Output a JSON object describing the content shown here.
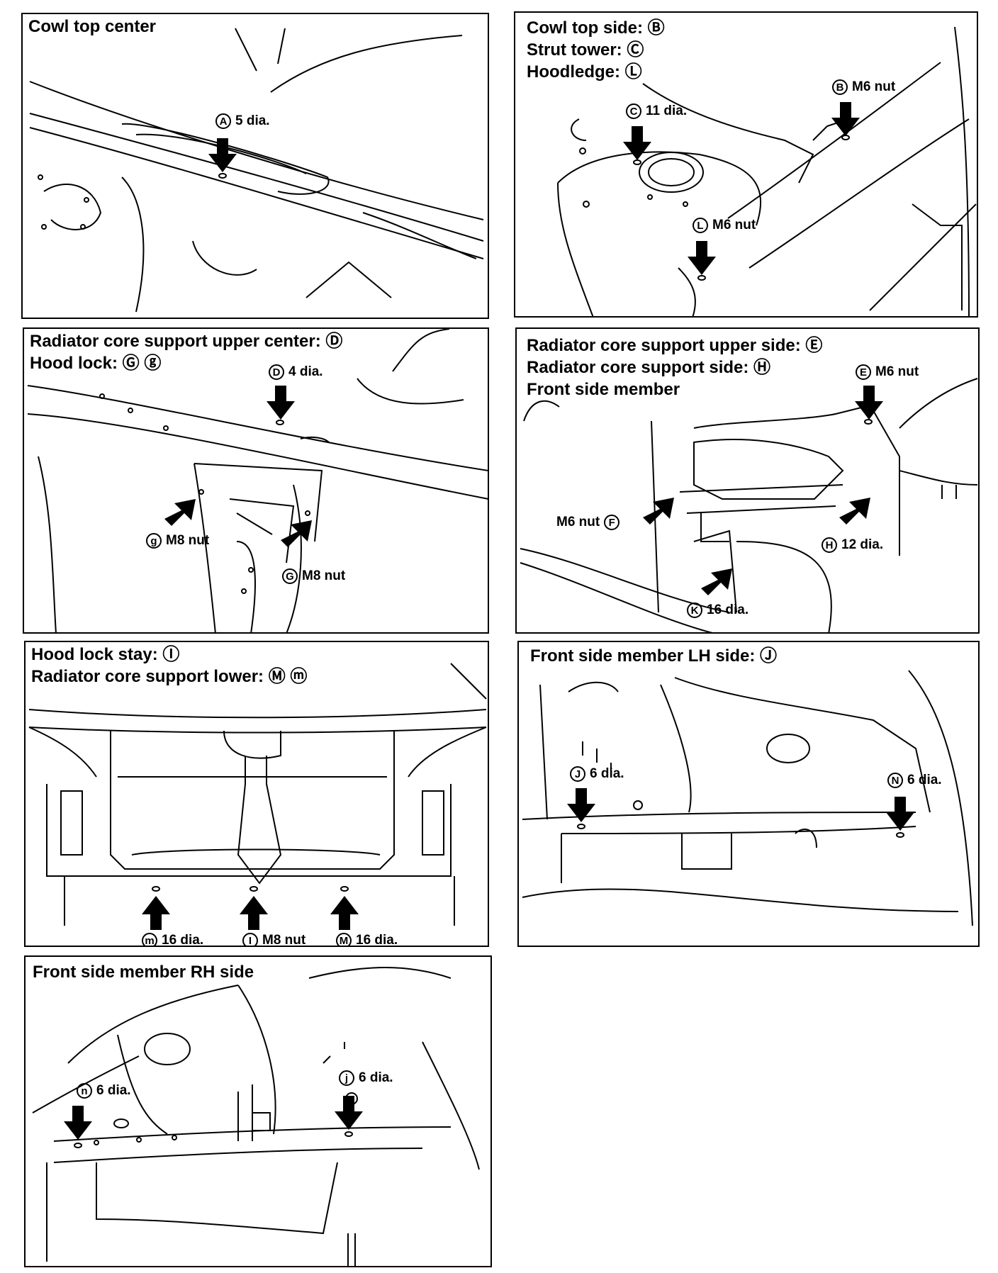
{
  "panels": {
    "p1": {
      "title_lines": [
        "Cowl top center"
      ],
      "labels": {
        "a": {
          "letter": "A",
          "text": "5 dia."
        }
      }
    },
    "p2": {
      "title_lines": [
        "Cowl top side: Ⓑ",
        "Strut tower: Ⓒ",
        "Hoodledge: Ⓛ"
      ],
      "labels": {
        "b": {
          "letter": "B",
          "text": "M6 nut"
        },
        "c": {
          "letter": "C",
          "text": "11 dia."
        },
        "l": {
          "letter": "L",
          "text": "M6 nut"
        }
      }
    },
    "p3": {
      "title_lines": [
        "Radiator core support upper center: Ⓓ",
        "Hood lock: Ⓖ ⓖ"
      ],
      "labels": {
        "d": {
          "letter": "D",
          "text": "4 dia."
        },
        "g_small": {
          "letter": "g",
          "text": "M8 nut"
        },
        "g_big": {
          "letter": "G",
          "text": "M8 nut"
        }
      }
    },
    "p4": {
      "title_lines": [
        "Radiator core support upper side: Ⓔ",
        "Radiator core support side: Ⓗ",
        "Front side member"
      ],
      "labels": {
        "e": {
          "letter": "E",
          "text": "M6 nut"
        },
        "f": {
          "letter": "F",
          "text": "M6 nut"
        },
        "h": {
          "letter": "H",
          "text": "12 dia."
        },
        "k": {
          "letter": "K",
          "text": "16 dia."
        }
      }
    },
    "p5": {
      "title_lines": [
        "Hood lock stay: Ⓘ",
        "Radiator core support lower: Ⓜ ⓜ"
      ],
      "labels": {
        "m_small": {
          "letter": "m",
          "text": "16 dia."
        },
        "i": {
          "letter": "I",
          "text": "M8 nut"
        },
        "m_big": {
          "letter": "M",
          "text": "16 dia."
        }
      }
    },
    "p6": {
      "title_lines": [
        "Front side member LH side: Ⓙ"
      ],
      "labels": {
        "j": {
          "letter": "J",
          "text": "6 dia."
        },
        "n": {
          "letter": "N",
          "text": "6 dia."
        }
      }
    },
    "p7": {
      "title_lines": [
        "Front side member RH side"
      ],
      "labels": {
        "n": {
          "letter": "n",
          "text": "6 dia."
        },
        "j": {
          "letter": "j",
          "text": "6 dia."
        }
      }
    }
  }
}
